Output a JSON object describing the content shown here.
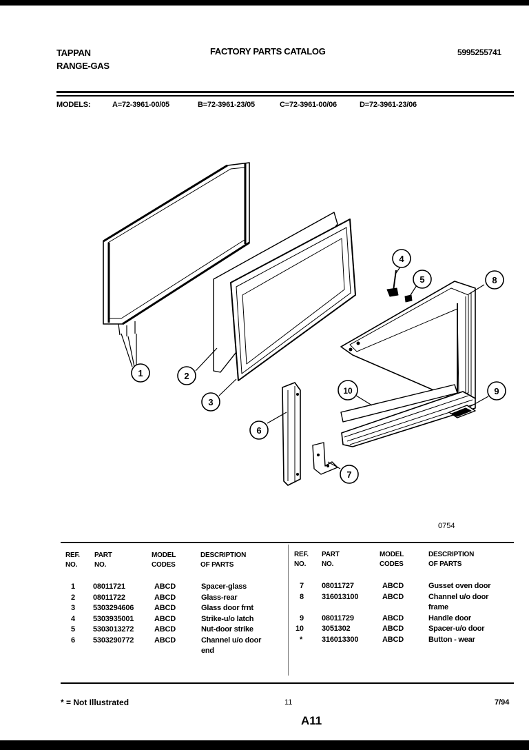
{
  "header": {
    "brand": "TAPPAN",
    "product": "RANGE-GAS",
    "catalog_title": "FACTORY PARTS CATALOG",
    "catalog_number": "5995255741"
  },
  "models": {
    "label": "MODELS:",
    "a": "A=72-3961-00/05",
    "b": "B=72-3961-23/05",
    "c": "C=72-3961-00/06",
    "d": "D=72-3961-23/06"
  },
  "diagram": {
    "figure_code": "0754",
    "callouts": [
      "1",
      "2",
      "3",
      "4",
      "5",
      "6",
      "7",
      "8",
      "9",
      "10"
    ]
  },
  "table": {
    "headers": {
      "ref": [
        "REF.",
        "NO."
      ],
      "part": [
        "PART",
        "NO."
      ],
      "model": [
        "MODEL",
        "CODES"
      ],
      "desc": [
        "DESCRIPTION",
        "OF PARTS"
      ]
    },
    "left": [
      {
        "ref": "1",
        "part": "08011721",
        "codes": "ABCD",
        "desc": "Spacer-glass"
      },
      {
        "ref": "2",
        "part": "08011722",
        "codes": "ABCD",
        "desc": "Glass-rear"
      },
      {
        "ref": "3",
        "part": "5303294606",
        "codes": "ABCD",
        "desc": "Glass door frnt"
      },
      {
        "ref": "4",
        "part": "5303935001",
        "codes": "ABCD",
        "desc": "Strike-u/o latch"
      },
      {
        "ref": "5",
        "part": "5303013272",
        "codes": "ABCD",
        "desc": "Nut-door strike"
      },
      {
        "ref": "6",
        "part": "5303290772",
        "codes": "ABCD",
        "desc": "Channel u/o door",
        "desc2": "end"
      }
    ],
    "right": [
      {
        "ref": "7",
        "part": "08011727",
        "codes": "ABCD",
        "desc": "Gusset oven door"
      },
      {
        "ref": "8",
        "part": "316013100",
        "codes": "ABCD",
        "desc": "Channel u/o door",
        "desc2": "frame"
      },
      {
        "ref": "9",
        "part": "08011729",
        "codes": "ABCD",
        "desc": "Handle door"
      },
      {
        "ref": "10",
        "part": "3051302",
        "codes": "ABCD",
        "desc": "Spacer-u/o door"
      },
      {
        "ref": "*",
        "part": "316013300",
        "codes": "ABCD",
        "desc": "Button - wear"
      }
    ]
  },
  "footer": {
    "note": "* = Not Illustrated",
    "page_number": "11",
    "date": "7/94",
    "sheet_id": "A11"
  }
}
